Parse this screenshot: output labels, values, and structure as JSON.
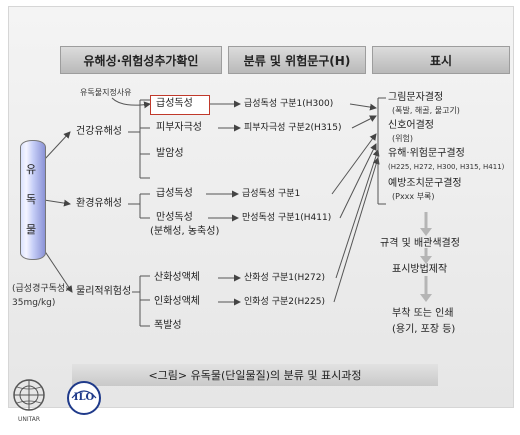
{
  "headers": {
    "h1": "유해성·위험성추가확인",
    "h2": "분류 및 위험문구(H)",
    "h3": "표시"
  },
  "pill_chars": [
    "유",
    "독",
    "물"
  ],
  "left_note": [
    "(급성경구독성:",
    "35mg/kg)"
  ],
  "categories": {
    "health": "건강유해성",
    "env": "환경유해성",
    "phys": "물리적위험성"
  },
  "extra_note": "유독물지정사유",
  "items": {
    "acute": "급성독성",
    "skin": "피부자극성",
    "carc": "발암성",
    "acute2": "급성독성",
    "chronic": "만성독성",
    "chronic_sub": "(분해성, 농축성)",
    "oxid": "산화성액체",
    "flam": "인화성액체",
    "expl": "폭발성"
  },
  "classes": {
    "acute": "급성독성 구분1(H300)",
    "skin": "피부자극성 구분2(H315)",
    "acute2": "급성독성 구분1",
    "chronic": "만성독성 구분1(H411)",
    "oxid": "산화성 구분1(H272)",
    "flam": "인화성 구분2(H225)"
  },
  "labels": {
    "l1": "그림문자결정",
    "l1s": "(폭발, 해골, 물고기)",
    "l2": "신호어결정",
    "l2s": "(위험)",
    "l3": "유해·위험문구결정",
    "l3s": "(H225, H272, H300, H315, H411)",
    "l4": "예방조치문구결정",
    "l4s": "(Pxxx 부록)",
    "l5": "규격 및 배관색결정",
    "l6": "표시방법제작",
    "l7": "부착 또는 인쇄",
    "l7s": "(용기, 포장 등)"
  },
  "caption": "<그림> 유독물(단일물질)의 분류 및 표시과정",
  "logos": {
    "unitar": "UNITAR",
    "ilo": "ILO"
  }
}
